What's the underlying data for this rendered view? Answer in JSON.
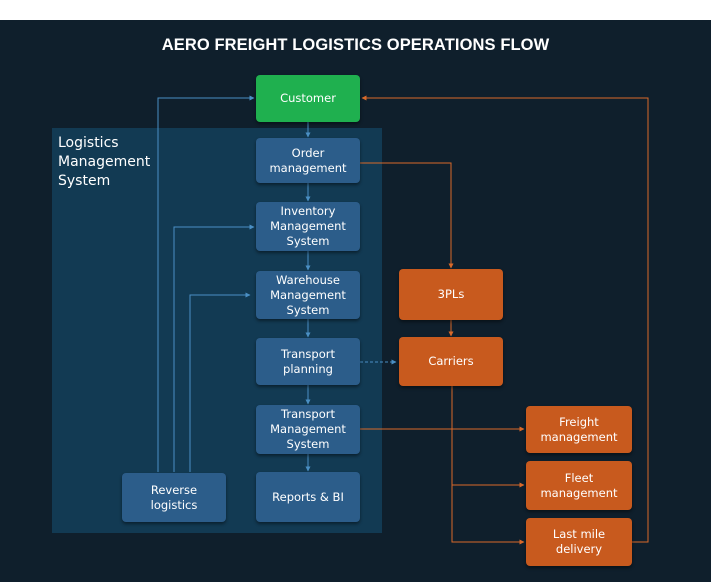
{
  "title": "AERO FREIGHT LOGISTICS OPERATIONS FLOW",
  "lms_label": "Logistics\nManagement\nSystem",
  "nodes": {
    "customer": "Customer",
    "order": "Order\nmanagement",
    "inventory": "Inventory\nManagement\nSystem",
    "warehouse": "Warehouse\nManagement\nSystem",
    "transport_planning": "Transport\nplanning",
    "tms": "Transport\nManagement\nSystem",
    "reports": "Reports & BI",
    "reverse": "Reverse\nlogistics",
    "threepls": "3PLs",
    "carriers": "Carriers",
    "freight": "Freight\nmanagement",
    "fleet": "Fleet\nmanagement",
    "lastmile": "Last mile\ndelivery"
  },
  "colors": {
    "background": "#0f1f2c",
    "panel": "#123a53",
    "blue_node": "#2c5d8a",
    "green_node": "#1fb04f",
    "orange_node": "#c85a1e",
    "blue_line": "#4a8fc4",
    "orange_line": "#d8692a"
  }
}
